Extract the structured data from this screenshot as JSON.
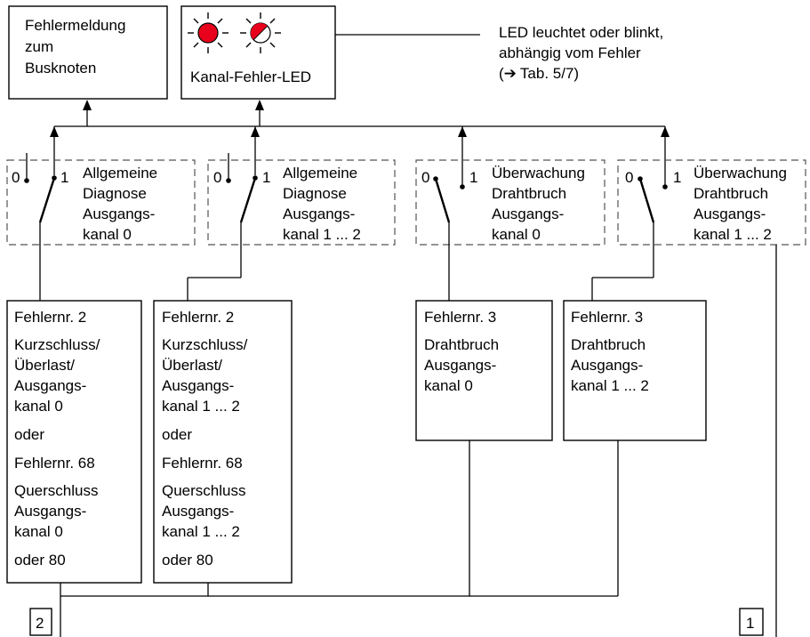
{
  "top": {
    "bus_box": [
      "Fehlermeldung",
      "zum",
      "Busknoten"
    ],
    "led_box_label": "Kanal-Fehler-LED",
    "led_colors": {
      "led": "#e8001c"
    },
    "note": [
      "LED leuchtet oder blinkt,",
      "abhängig vom Fehler",
      "Tab. 5/7)"
    ],
    "note_arrow_icon": "➔"
  },
  "switches": [
    {
      "pos0": "0",
      "pos1": "1",
      "lines": [
        "Allgemeine",
        "Diagnose",
        "Ausgangs-",
        "kanal 0"
      ]
    },
    {
      "pos0": "0",
      "pos1": "1",
      "lines": [
        "Allgemeine",
        "Diagnose",
        "Ausgangs-",
        "kanal 1 ... 2"
      ]
    },
    {
      "pos0": "0",
      "pos1": "1",
      "lines": [
        "Überwachung",
        "Drahtbruch",
        "Ausgangs-",
        "kanal 0"
      ]
    },
    {
      "pos0": "0",
      "pos1": "1",
      "lines": [
        "Überwachung",
        "Drahtbruch",
        "Ausgangs-",
        "kanal  1 ... 2"
      ]
    }
  ],
  "error_boxes": [
    {
      "lines": [
        "Fehlernr. 2",
        "Kurzschluss/",
        "Überlast/",
        "Ausgangs-",
        "kanal  0",
        "oder",
        "Fehlernr. 68",
        "Querschluss",
        "Ausgangs-",
        "kanal 0",
        "oder 80"
      ]
    },
    {
      "lines": [
        "Fehlernr. 2",
        "Kurzschluss/",
        "Überlast/",
        "Ausgangs-",
        "kanal 1 ... 2",
        "oder",
        "Fehlernr. 68",
        "Querschluss",
        "Ausgangs-",
        "kanal 1 ... 2",
        "oder 80"
      ]
    },
    {
      "lines": [
        "Fehlernr. 3",
        "Drahtbruch",
        "Ausgangs-",
        "kanal 0"
      ]
    },
    {
      "lines": [
        "Fehlernr. 3",
        "Drahtbruch",
        "Ausgangs-",
        "kanal 1 ... 2"
      ]
    }
  ],
  "callouts": [
    "2",
    "1"
  ]
}
